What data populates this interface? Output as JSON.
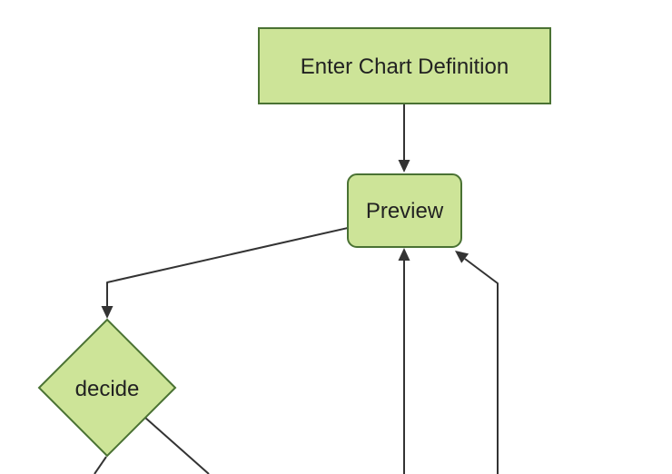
{
  "diagram": {
    "type": "flowchart",
    "direction": "top-down",
    "nodes": [
      {
        "id": "A",
        "label": "Enter Chart Definition",
        "shape": "rectangle"
      },
      {
        "id": "B",
        "label": "Preview",
        "shape": "rounded-rectangle"
      },
      {
        "id": "C",
        "label": "decide",
        "shape": "diamond"
      }
    ],
    "edges": [
      {
        "from": "Enter Chart Definition",
        "to": "Preview",
        "arrow": true
      },
      {
        "from": "Preview",
        "to": "decide",
        "arrow": true
      },
      {
        "from": "decide",
        "to": "offscreen-bottom-left",
        "arrow": false
      },
      {
        "from": "decide",
        "to": "offscreen-bottom-right",
        "arrow": false
      },
      {
        "from": "offscreen-bottom",
        "to": "Preview",
        "arrow": true
      },
      {
        "from": "offscreen-bottom-right",
        "to": "Preview",
        "arrow": true
      }
    ]
  },
  "colors": {
    "background": "#ffffff",
    "node_fill": "#cde498",
    "node_border": "#4a7233",
    "edge_color": "#333333",
    "text_color": "#222222"
  }
}
